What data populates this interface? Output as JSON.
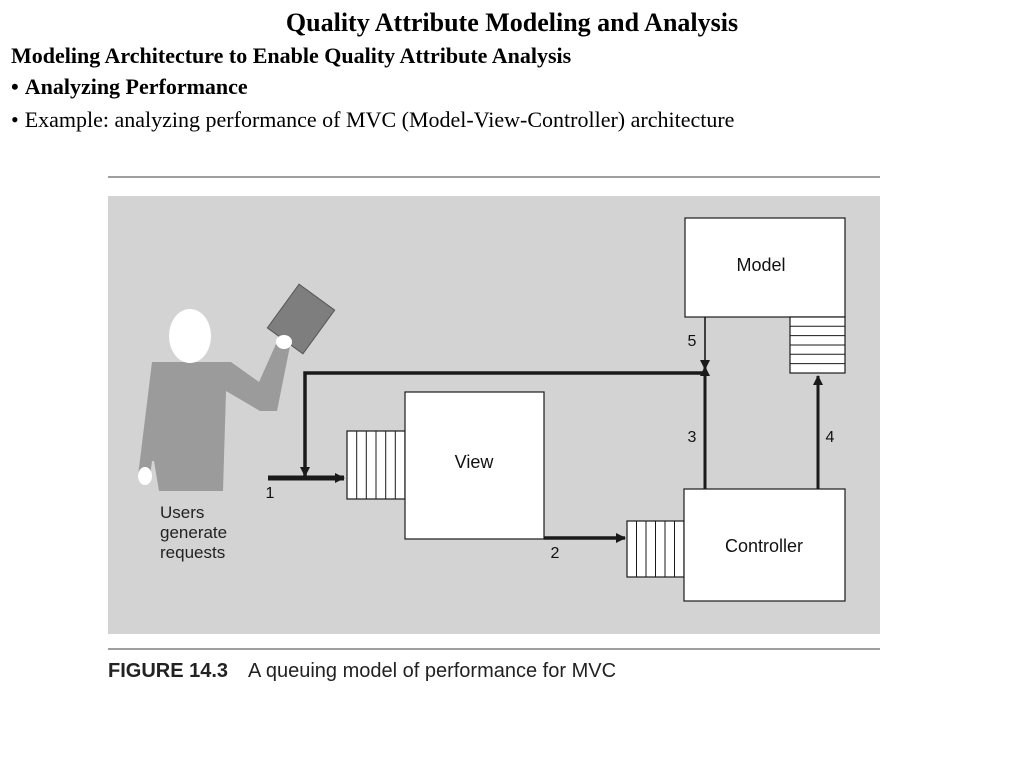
{
  "slide": {
    "title": "Quality Attribute Modeling and Analysis",
    "subtitle": "Modeling Architecture to Enable Quality Attribute Analysis",
    "bullets": [
      {
        "marker": "•",
        "text": "Analyzing Performance"
      },
      {
        "marker": "•",
        "text": "Example: analyzing performance of MVC (Model-View-Controller) architecture"
      }
    ]
  },
  "figure": {
    "nodes": {
      "model": "Model",
      "view": "View",
      "controller": "Controller"
    },
    "users_label": [
      "Users",
      "generate",
      "requests"
    ],
    "edge_labels": {
      "e1": "1",
      "e2": "2",
      "e3": "3",
      "e4": "4",
      "e5": "5"
    },
    "caption_label": "FIGURE 14.3",
    "caption_text": "A queuing model of performance for MVC",
    "colors": {
      "panel_background": "#d4d3d4",
      "person": "#9b9b9b",
      "box_fill": "#ffffff",
      "stroke": "#1a1a1a"
    }
  }
}
